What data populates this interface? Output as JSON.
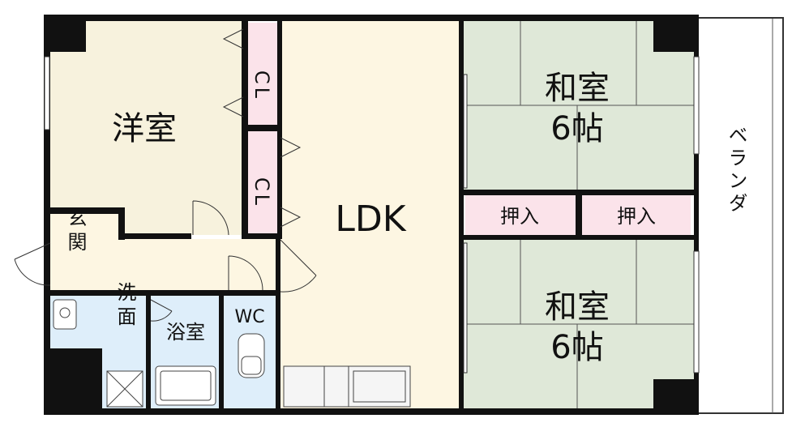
{
  "colors": {
    "wall": "#111111",
    "western_room": "#f7f2dd",
    "ldk": "#fdf6e2",
    "closet": "#fbe3ea",
    "tatami": "#dfe8d8",
    "wet_area": "#deeefa",
    "entrance": "#fdf6e2",
    "balcony": "#ffffff"
  },
  "rooms": {
    "western": "洋室",
    "closet_upper": "CL",
    "closet_lower": "CL",
    "ldk": "LDK",
    "washitsu_top": "和室",
    "washitsu_top_size": "6帖",
    "oshiire_left": "押入",
    "oshiire_right": "押入",
    "washitsu_bottom": "和室",
    "washitsu_bottom_size": "6帖",
    "entrance": "玄関",
    "washroom": "洗面",
    "bathroom": "浴室",
    "toilet": "WC",
    "balcony": "ベランダ"
  }
}
